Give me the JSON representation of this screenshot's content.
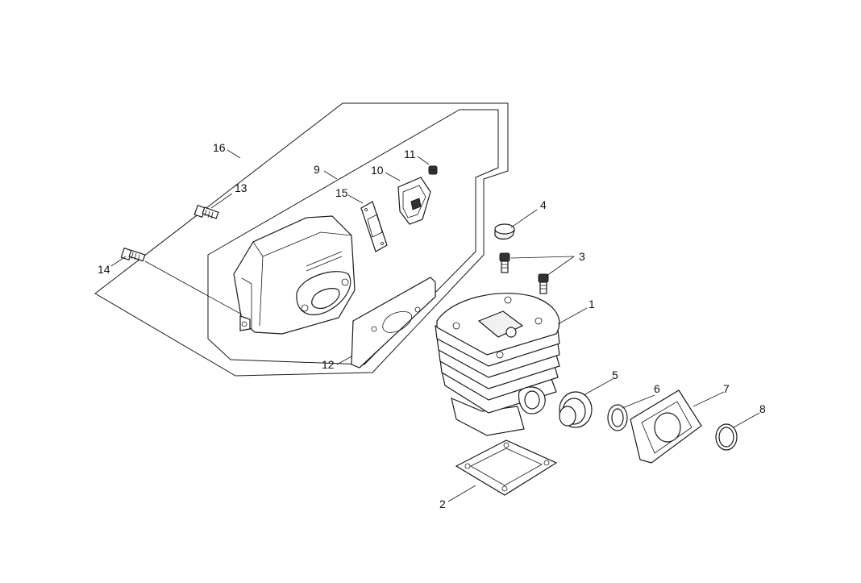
{
  "diagram": {
    "type": "exploded-parts-diagram",
    "callouts": [
      {
        "id": "1",
        "label": "1"
      },
      {
        "id": "2",
        "label": "2"
      },
      {
        "id": "3",
        "label": "3"
      },
      {
        "id": "4",
        "label": "4"
      },
      {
        "id": "5",
        "label": "5"
      },
      {
        "id": "6",
        "label": "6"
      },
      {
        "id": "7",
        "label": "7"
      },
      {
        "id": "8",
        "label": "8"
      },
      {
        "id": "9",
        "label": "9"
      },
      {
        "id": "10",
        "label": "10"
      },
      {
        "id": "11",
        "label": "11"
      },
      {
        "id": "12",
        "label": "12"
      },
      {
        "id": "13",
        "label": "13"
      },
      {
        "id": "14",
        "label": "14"
      },
      {
        "id": "15",
        "label": "15"
      },
      {
        "id": "16",
        "label": "16"
      }
    ],
    "colors": {
      "line": "#1a1a1a",
      "background": "#ffffff",
      "text": "#111111"
    }
  }
}
